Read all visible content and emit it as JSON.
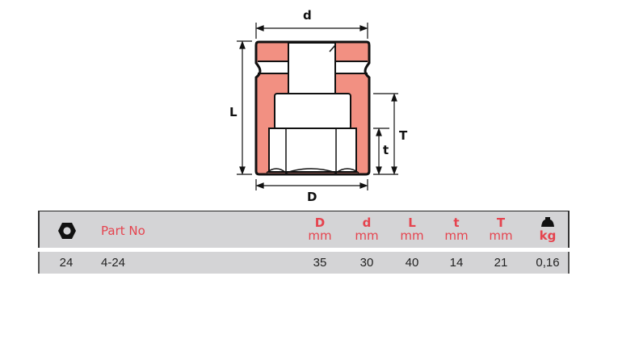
{
  "diagram": {
    "labels": {
      "d": "d",
      "L": "L",
      "T": "T",
      "t": "t",
      "D": "D"
    },
    "fill_color": "#f29082",
    "outline_color": "#111111"
  },
  "table": {
    "header": {
      "hex_icon": "hexagon-nut-icon",
      "part_no": "Part No",
      "columns": [
        {
          "symbol": "D",
          "unit": "mm"
        },
        {
          "symbol": "d",
          "unit": "mm"
        },
        {
          "symbol": "L",
          "unit": "mm"
        },
        {
          "symbol": "t",
          "unit": "mm"
        },
        {
          "symbol": "T",
          "unit": "mm"
        },
        {
          "symbol": "weight-icon",
          "unit": "kg"
        }
      ]
    },
    "rows": [
      {
        "size": "24",
        "part_no": "4-24",
        "D": "35",
        "d": "30",
        "L": "40",
        "t": "14",
        "T": "21",
        "kg": "0,16"
      }
    ],
    "header_text_color": "#e5434e",
    "background_color": "#d4d4d6"
  }
}
